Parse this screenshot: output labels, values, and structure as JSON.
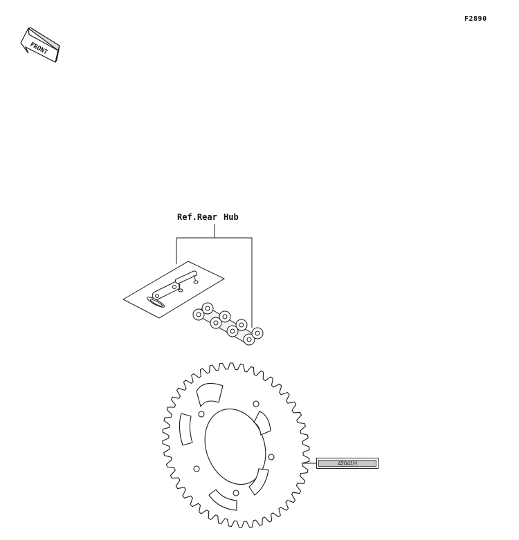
{
  "figure": {
    "code": "F2890",
    "front_indicator": "FRONT",
    "reference_label": "Ref.Rear Hub"
  },
  "parts": [
    {
      "part_number": "42041H"
    }
  ],
  "icons": {
    "front_arrow": "front-arrow-icon",
    "sprocket": "rear-sprocket-icon",
    "chain": "drive-chain-icon",
    "chain_joint": "chain-joint-kit-icon"
  },
  "colors": {
    "line": "#1a1a1a",
    "label_fill": "#c8c8c8",
    "background": "#ffffff"
  }
}
